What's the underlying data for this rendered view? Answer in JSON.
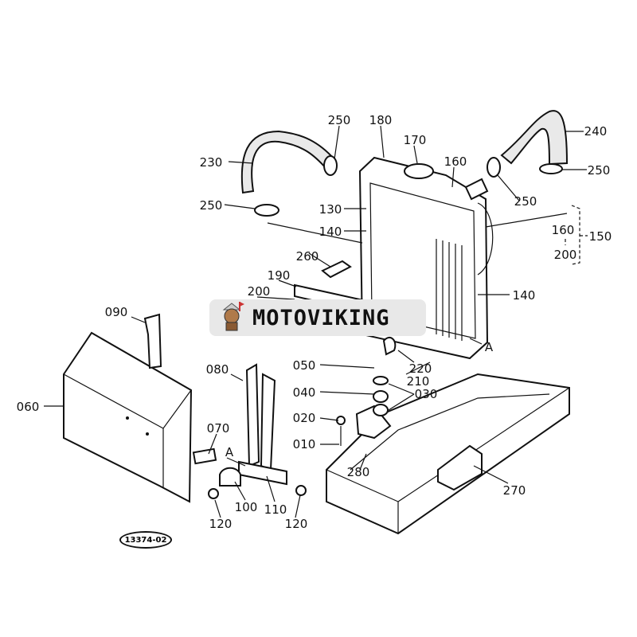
{
  "watermark": {
    "brand": "MOTOVIKING"
  },
  "diagram_code": "13374-02",
  "callouts": [
    "250",
    "180",
    "170",
    "240",
    "230",
    "250",
    "250",
    "130",
    "250",
    "160",
    "140",
    "160",
    "150",
    "200",
    "260",
    "190",
    "200",
    "140",
    "090",
    "A",
    "050",
    "220",
    "210",
    "080",
    "040",
    "030",
    "060",
    "020",
    "070",
    "010",
    "A",
    "280",
    "270",
    "100",
    "110",
    "120",
    "120"
  ]
}
